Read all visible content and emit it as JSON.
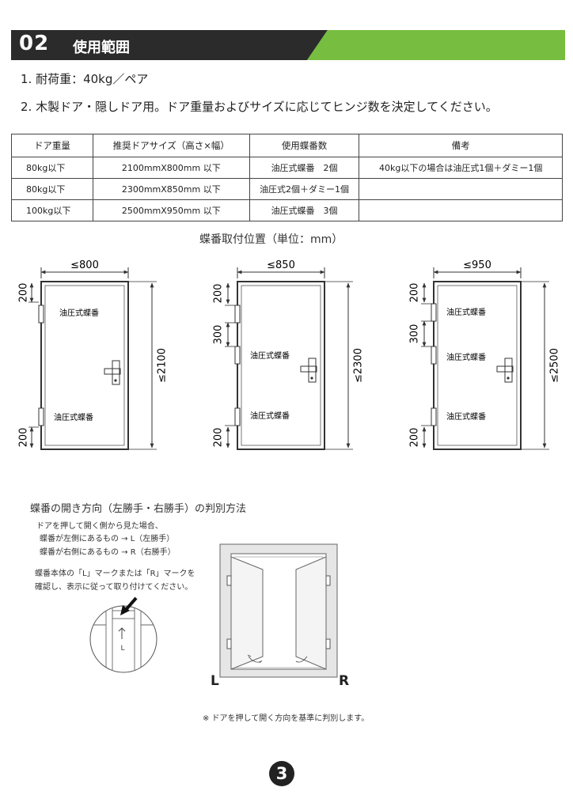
{
  "header": {
    "number": "02",
    "title": "使用範囲"
  },
  "items": [
    "1. 耐荷重：40kg／ペア",
    "2. 木製ドア・隠しドア用。ドア重量およびサイズに応じてヒンジ数を決定してください。"
  ],
  "table": {
    "headers": [
      "ドア重量",
      "推奨ドアサイズ（高さ×幅）",
      "使用蝶番数",
      "備考"
    ],
    "rows": [
      [
        "80kg以下",
        "2100mmX800mm 以下",
        "油圧式蝶番　2個",
        "40kg以下の場合は油圧式1個＋ダミー1個"
      ],
      [
        "80kg以下",
        "2300mmX850mm 以下",
        "油圧式2個＋ダミー1個",
        ""
      ],
      [
        "100kg以下",
        "2500mmX950mm 以下",
        "油圧式蝶番　3個",
        ""
      ]
    ]
  },
  "diagram_caption": "蝶番取付位置（単位：mm）",
  "doors": [
    {
      "width": "≤800",
      "height": "≤2100",
      "top": "200",
      "mid": "",
      "bottom": "200",
      "hinge_top": "油圧式蝶番",
      "hinge_mid": "",
      "hinge_bottom": "油圧式蝶番"
    },
    {
      "width": "≤850",
      "height": "≤2300",
      "top": "200",
      "mid": "300",
      "bottom": "200",
      "hinge_top": "",
      "hinge_mid": "油圧式蝶番",
      "hinge_bottom": "油圧式蝶番"
    },
    {
      "width": "≤950",
      "height": "≤2500",
      "top": "200",
      "mid": "300",
      "bottom": "200",
      "hinge_top": "油圧式蝶番",
      "hinge_mid": "油圧式蝶番",
      "hinge_bottom": "油圧式蝶番"
    }
  ],
  "direction": {
    "title": "蝶番の開き方向（左勝手・右勝手）の判別方法",
    "line1": "ドアを押して開く側から見た場合、",
    "line2": "蝶番が左側にあるもの → L（左勝手）",
    "line3": "蝶番が右側にあるもの → R（右勝手）",
    "note1": "蝶番本体の「L」マークまたは「R」マークを",
    "note2": "確認し、表示に従って取り付けてください。",
    "mark": "L",
    "left_label": "L",
    "right_label": "R",
    "footnote": "※ ドアを押して開く方向を基準に判別します。"
  },
  "page_number": "3",
  "colors": {
    "header_dark": "#2b2b2b",
    "header_green": "#77bd3f"
  }
}
